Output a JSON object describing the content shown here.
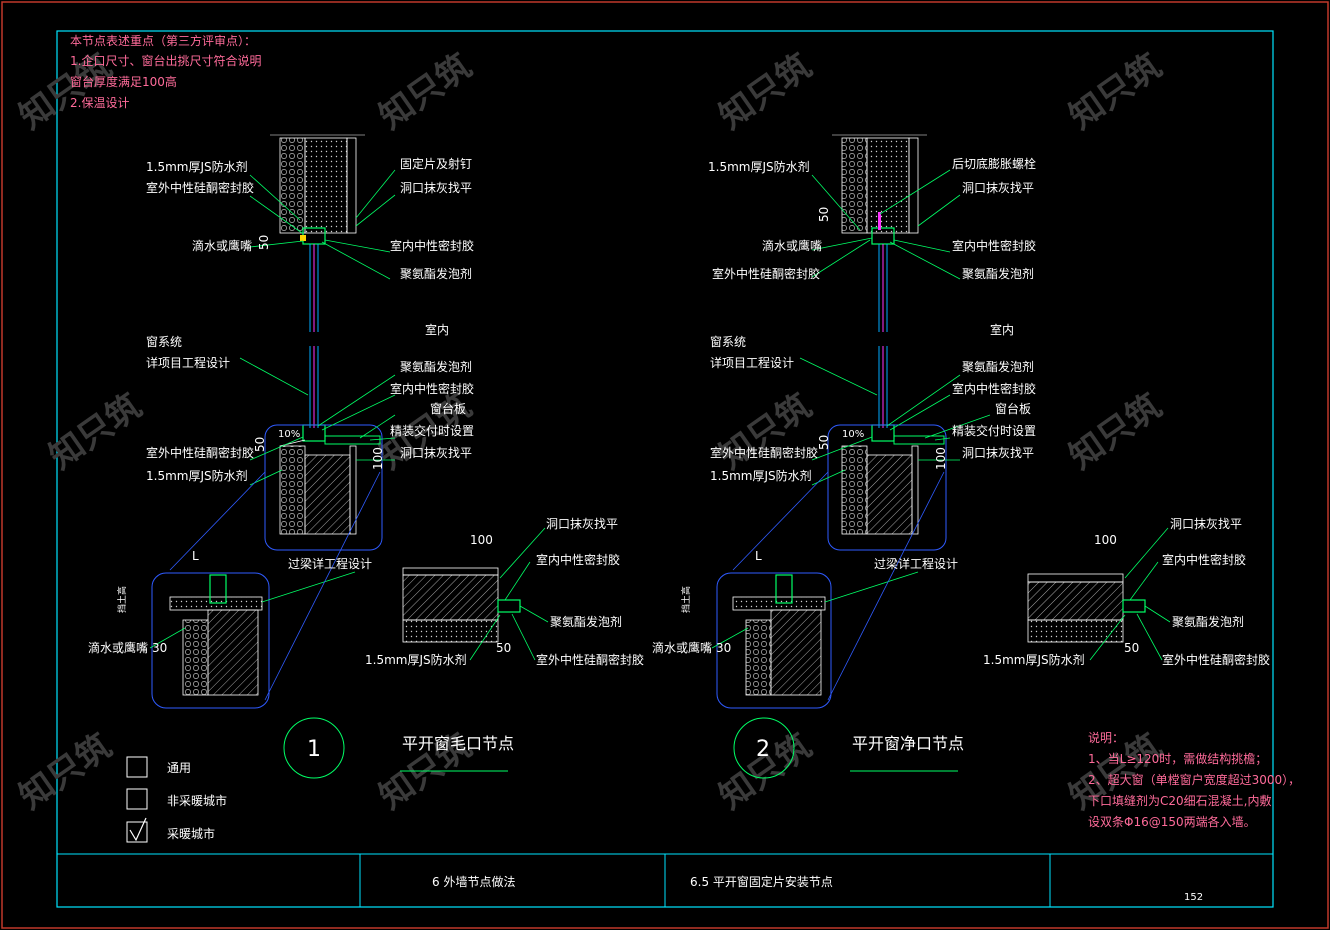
{
  "colors": {
    "background": "#000000",
    "frame": "#00e5ff",
    "leader": "#00ff66",
    "label": "#ffffff",
    "note": "#ff6b9a",
    "wall_hatch": "#ffffff",
    "region": "#2f5bff",
    "glass": "#ff33ff"
  },
  "top_note": {
    "line1": "本节点表述重点（第三方评审点）：",
    "line2": "1.企口尺寸、窗台出挑尺寸符合说明",
    "line3": "窗台厚度满足100高",
    "line4": "2.保温设计"
  },
  "detail1": {
    "labels_left": [
      "1.5mm厚JS防水剂",
      "室外中性硅酮密封胶",
      "滴水或鹰嘴",
      "窗系统",
      "详项目工程设计",
      "室外中性硅酮密封胶",
      "1.5mm厚JS防水剂"
    ],
    "labels_right": [
      "固定片及射钉",
      "洞口抹灰找平",
      "室内中性密封胶",
      "聚氨酯发泡剂",
      "聚氨酯发泡剂",
      "室内中性密封胶",
      "窗台板",
      "精装交付时设置",
      "洞口抹灰找平"
    ],
    "center_mark": "室内",
    "dims": {
      "d50a": "50",
      "d50b": "50",
      "d100": "100",
      "slope": "10%",
      "dL": "L",
      "d30": "30",
      "dq": "挡土高"
    },
    "lower_labels": {
      "beam": "过梁详工程设计",
      "drip": "滴水或鹰嘴"
    },
    "sill_detail": {
      "labels": [
        "洞口抹灰找平",
        "室内中性密封胶",
        "聚氨酯发泡剂",
        "1.5mm厚JS防水剂",
        "室外中性硅酮密封胶"
      ],
      "d100": "100",
      "d50": "50"
    },
    "number": "1",
    "title": "平开窗毛口节点"
  },
  "detail2": {
    "labels_left": [
      "1.5mm厚JS防水剂",
      "滴水或鹰嘴",
      "室外中性硅酮密封胶",
      "窗系统",
      "详项目工程设计",
      "室外中性硅酮密封胶",
      "1.5mm厚JS防水剂"
    ],
    "labels_right": [
      "后切底膨胀螺栓",
      "洞口抹灰找平",
      "室内中性密封胶",
      "聚氨酯发泡剂",
      "聚氨酯发泡剂",
      "室内中性密封胶",
      "窗台板",
      "精装交付时设置",
      "洞口抹灰找平"
    ],
    "center_mark": "室内",
    "dims": {
      "d50a": "50",
      "d50b": "50",
      "d100": "100",
      "slope": "10%",
      "dL": "L",
      "d30": "30",
      "dq": "挡土高"
    },
    "lower_labels": {
      "beam": "过梁详工程设计",
      "drip": "滴水或鹰嘴"
    },
    "sill_detail": {
      "labels": [
        "洞口抹灰找平",
        "室内中性密封胶",
        "聚氨酯发泡剂",
        "1.5mm厚JS防水剂",
        "室外中性硅酮密封胶"
      ],
      "d100": "100",
      "d50": "50"
    },
    "number": "2",
    "title": "平开窗净口节点"
  },
  "legend": {
    "items": [
      {
        "label": "通用",
        "checked": false
      },
      {
        "label": "非采暖城市",
        "checked": false
      },
      {
        "label": "采暖城市",
        "checked": true
      }
    ]
  },
  "remarks": {
    "heading": "说明：",
    "line1": "1、当L≥120时，需做结构挑檐；",
    "line2": "2、超大窗（单樘窗户宽度超过3000），",
    "line3": "下口填缝剂为C20细石混凝土,内敷",
    "line4": "设双条Φ16@150两端各入墙。"
  },
  "title_block": {
    "cell1": "",
    "cell2": "6  外墙节点做法",
    "cell3": "6.5  平开窗固定片安装节点",
    "cell4": "",
    "page": "152"
  },
  "watermark": {
    "text": "知只筑"
  }
}
